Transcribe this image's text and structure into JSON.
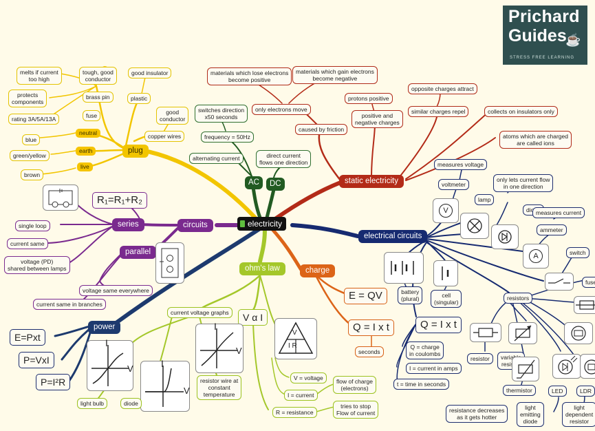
{
  "logo": {
    "line1": "Prichard",
    "line2": "Guides",
    "tagline": "STRESS FREE LEARNING"
  },
  "center": "electricity",
  "branches": {
    "plug": "plug",
    "circuits": "circuits",
    "series": "series",
    "parallel": "parallel",
    "power": "power",
    "ohms_law": "ohm's law",
    "charge": "charge",
    "electrical_circuits": "electrical circuits",
    "static": "static electricity",
    "ac": "AC",
    "dc": "DC"
  },
  "plug": {
    "melts": "melts if current\ntoo high",
    "protects": "protects\ncomponents",
    "rating": "rating 3A/5A/13A",
    "fuse": "fuse",
    "brass": "brass pin",
    "tough": "tough, good\nconductor",
    "good_insulator": "good insulator",
    "plastic": "plastic",
    "good_conductor": "good\nconductor",
    "copper": "copper wires",
    "blue": "blue",
    "neutral": "neutral",
    "green_yellow": "green/yellow",
    "earth": "earth",
    "brown": "brown",
    "live": "live"
  },
  "circuits": {
    "single_loop": "single loop",
    "current_same": "current same",
    "voltage_pd": "voltage (PD)\nshared between lamps",
    "voltage_same": "voltage same everywhere",
    "current_branches": "current same in branches",
    "series_formula": "R₁=R₁+R₂"
  },
  "power": {
    "f1": "E=Pxt",
    "f2": "P=VxI",
    "f3": "P=I²R"
  },
  "ohms": {
    "graphs": "current voltage graphs",
    "vai": "V α I",
    "light_bulb": "light bulb",
    "diode": "diode",
    "resistor_wire": "resistor wire at\nconstant\ntemperature",
    "v_voltage": "V = voltage",
    "i_current": "I = current",
    "r_resistance": "R = resistance",
    "flow_charge": "flow of charge\n(electrons)",
    "tries": "tries to stop\nFlow of current",
    "axis_i": "I",
    "axis_v": "V",
    "tri_v": "V",
    "tri_ir": "I R"
  },
  "charge": {
    "eqv": "E = QV",
    "qit": "Q = I x t",
    "seconds": "seconds",
    "qit2": "Q = I x t",
    "q_charge": "Q = charge\nin coulombs",
    "i_amps": "I = current in amps",
    "t_time": "t = time in seconds"
  },
  "ac_dc": {
    "switches": "switches direction\nx50 seconds",
    "frequency": "frequency = 50Hz",
    "alternating": "alternating current",
    "direct": "direct current\nflows one direction"
  },
  "static": {
    "lose": "materials which lose electrons\nbecome positive",
    "gain": "materials which gain electrons\nbecome negative",
    "only_electrons": "only electrons move",
    "friction": "caused by friction",
    "protons": "protons positive",
    "pos_neg": "positive and\nnegative charges",
    "opposite": "opposite charges attract",
    "similar": "similar charges repel",
    "insulators": "collects on insulators only",
    "ions": "atoms which are charged\nare called ions"
  },
  "electrical": {
    "measures_voltage": "measures voltage",
    "voltmeter": "voltmeter",
    "lamp": "lamp",
    "only_lets": "only lets current flow\nin one direction",
    "diode": "diode",
    "measures_current": "measures current",
    "ammeter": "ammeter",
    "switch": "switch",
    "fuse": "fuse",
    "battery": "battery\n(plural)",
    "cell": "cell\n(singular)",
    "resistors": "resistors",
    "resistor": "resistor",
    "variable": "variable\nresistor",
    "thermistor": "thermistor",
    "led": "LED",
    "ldr": "LDR",
    "res_decreases": "resistance decreases\nas it gets hotter",
    "light_emitting": "light\nemitting\ndiode",
    "light_dependent": "light\ndependent\nresistor",
    "sym_v": "V",
    "sym_a": "A"
  },
  "colors": {
    "plug": "#f2c500",
    "circuits": "#7a2a8e",
    "power": "#1d3a6e",
    "ohms": "#a4c72a",
    "charge": "#dc6418",
    "electrical": "#162a70",
    "static": "#b32b18",
    "acdc": "#225b22"
  }
}
